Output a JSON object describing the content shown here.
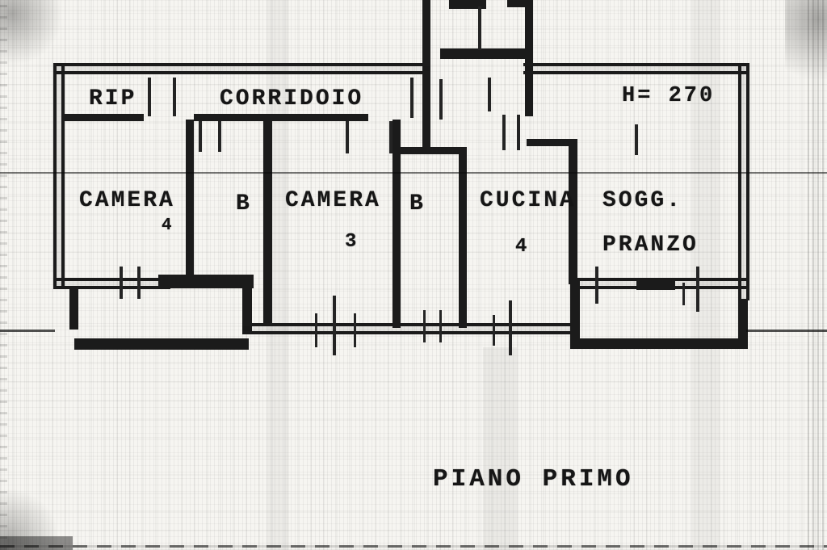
{
  "floor_plan": {
    "title": "PIANO PRIMO",
    "ceiling_height": "H= 270",
    "rooms": {
      "rip": {
        "label": "RIP"
      },
      "corridoio": {
        "label": "CORRIDOIO"
      },
      "camera1": {
        "label": "CAMERA",
        "number": "4"
      },
      "bagno1": {
        "label": "B"
      },
      "camera2": {
        "label": "CAMERA",
        "number": "3"
      },
      "bagno2": {
        "label": "B"
      },
      "cucina": {
        "label": "CUCINA",
        "number": "4"
      },
      "soggiorno": {
        "label": "SOGG."
      },
      "pranzo": {
        "label": "PRANZO"
      }
    },
    "colors": {
      "ink": "#1b1b1b",
      "paper": "#f6f5f1"
    }
  }
}
